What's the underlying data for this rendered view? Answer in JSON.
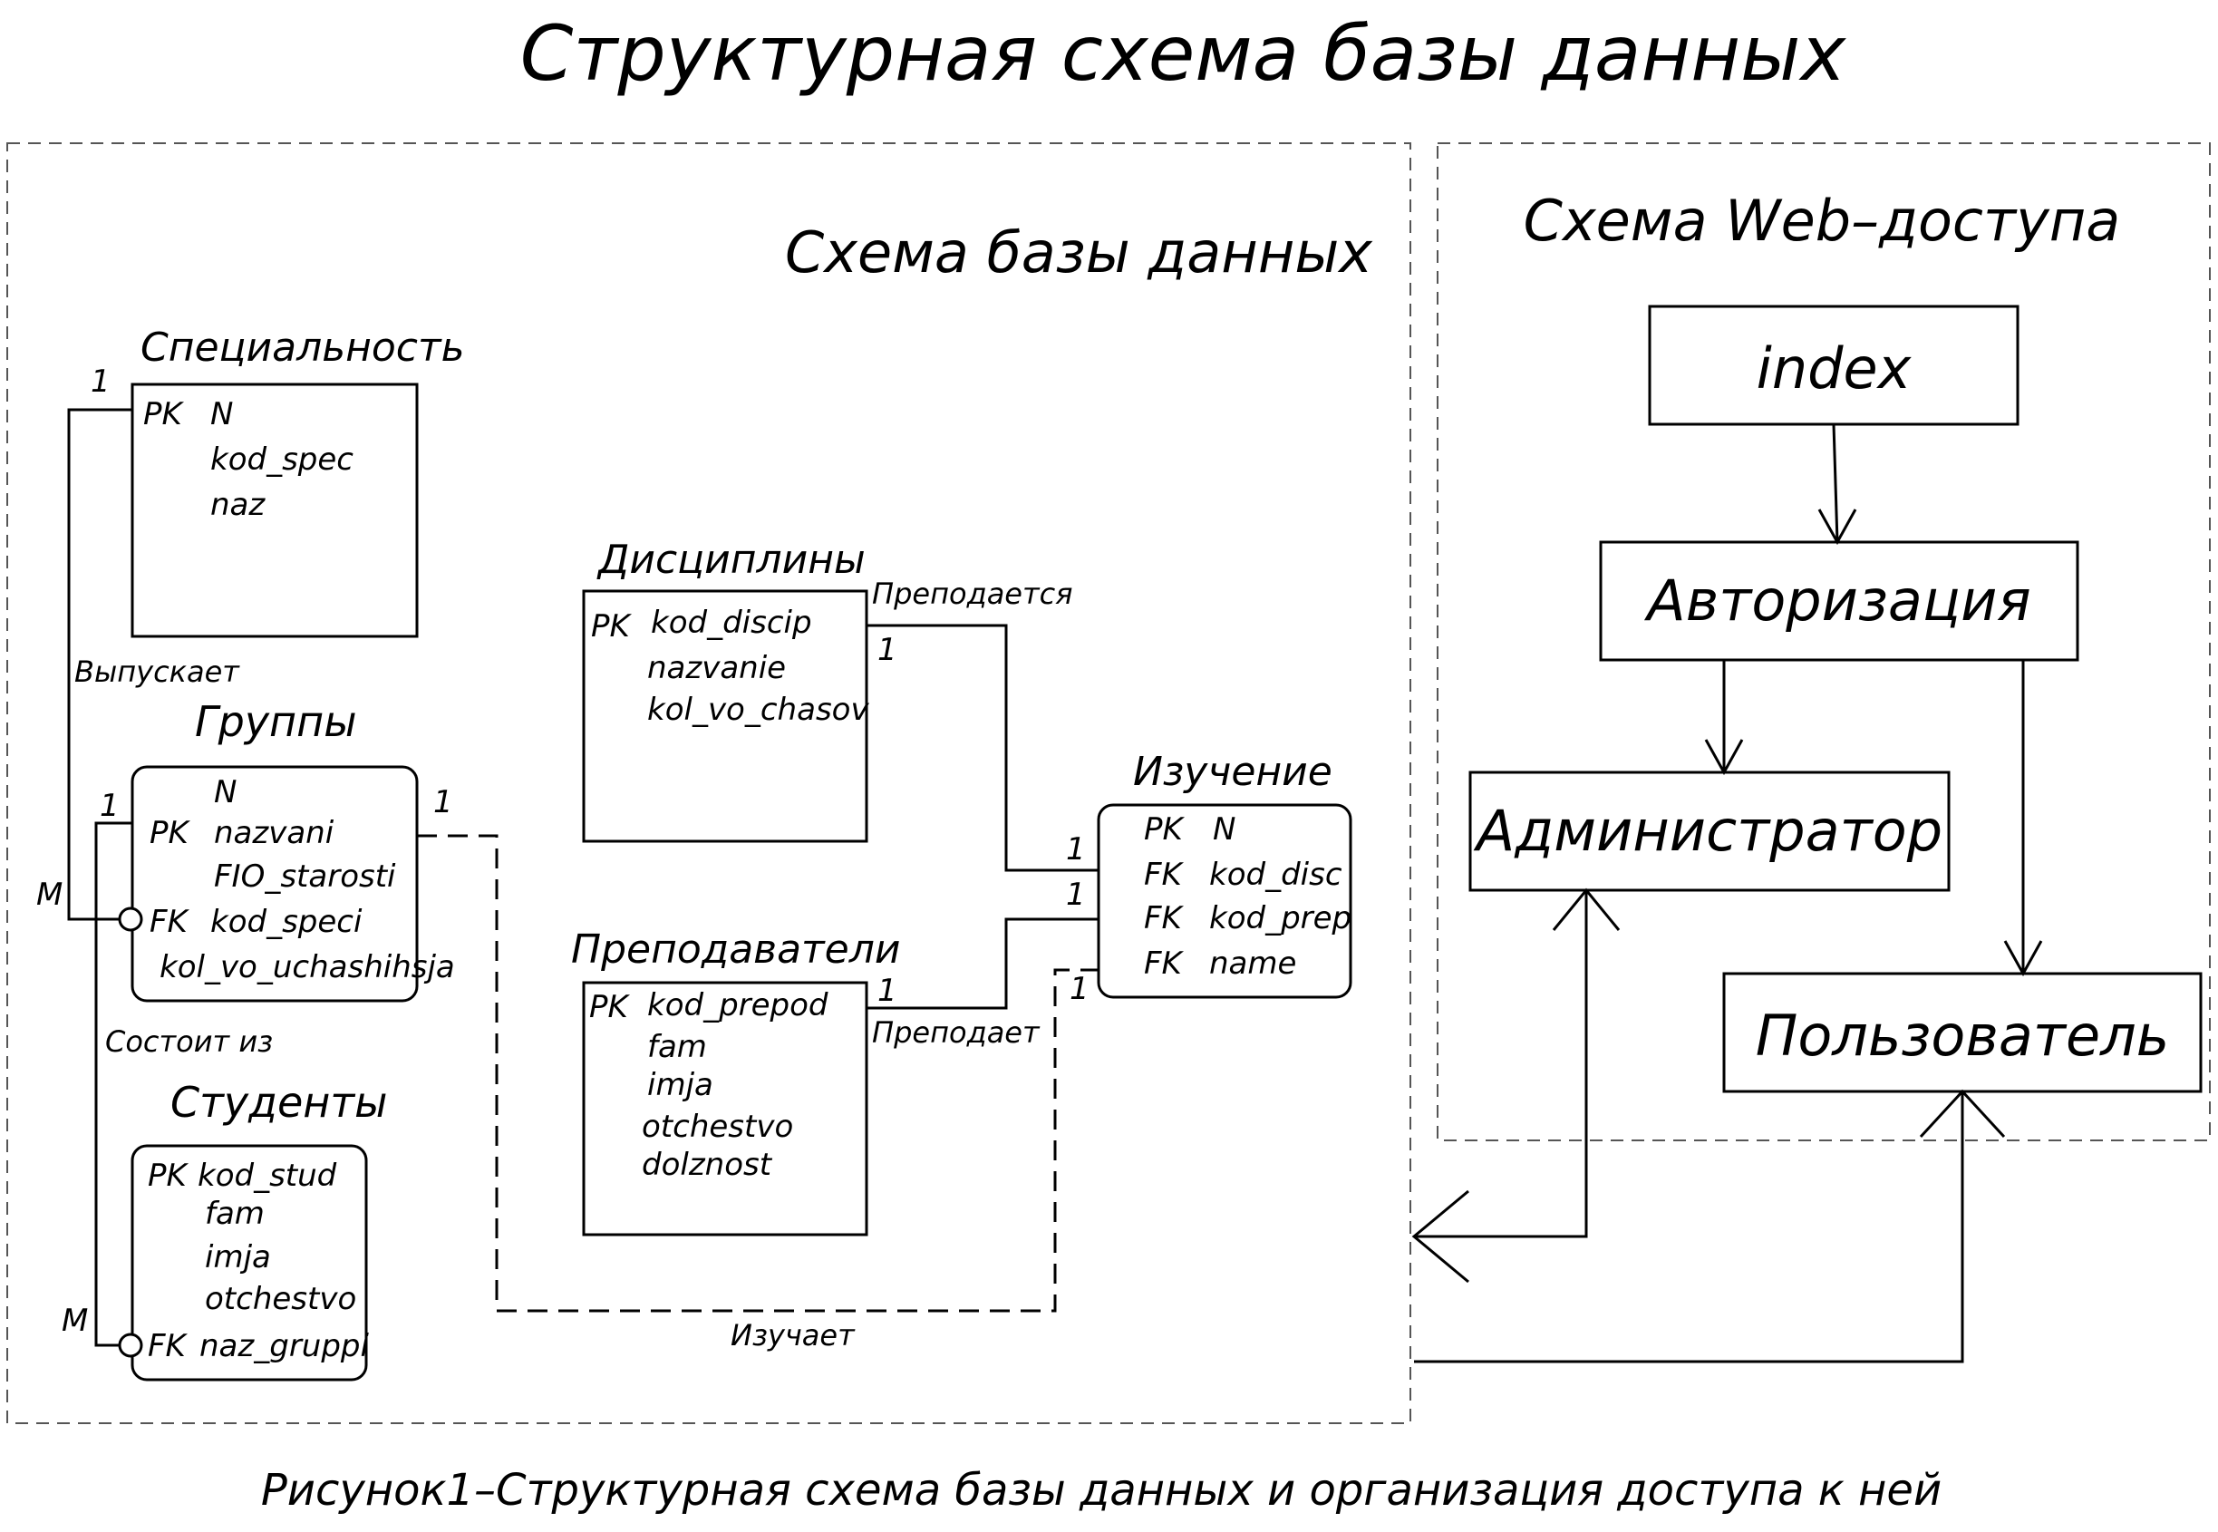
{
  "title": "Структурная схема базы данных",
  "caption": "Рисунок1–Структурная схема базы данных и организация доступа к ней",
  "db_schema_label": "Схема базы данных",
  "web_schema_label": "Схема Web–доступа",
  "entities": {
    "specialnost": {
      "name": "Специальность",
      "rows": [
        {
          "key": "PK",
          "field": "N"
        },
        {
          "key": "",
          "field": "kod_spec"
        },
        {
          "key": "",
          "field": "naz"
        }
      ]
    },
    "gruppy": {
      "name": "Группы",
      "rows": [
        {
          "key": "",
          "field": "N"
        },
        {
          "key": "PK",
          "field": "nazvani"
        },
        {
          "key": "",
          "field": "FIO_starosti"
        },
        {
          "key": "FK",
          "field": "kod_speci"
        },
        {
          "key": "",
          "field": "kol_vo_uchashihsja"
        }
      ]
    },
    "studenty": {
      "name": "Студенты",
      "rows": [
        {
          "key": "PK",
          "field": "kod_stud"
        },
        {
          "key": "",
          "field": "fam"
        },
        {
          "key": "",
          "field": "imja"
        },
        {
          "key": "",
          "field": "otchestvo"
        },
        {
          "key": "FK",
          "field": "naz_gruppi"
        }
      ]
    },
    "discipliny": {
      "name": "Дисциплины",
      "rows": [
        {
          "key": "PK",
          "field": "kod_discip"
        },
        {
          "key": "",
          "field": "nazvanie"
        },
        {
          "key": "",
          "field": "kol_vo_chasov"
        }
      ]
    },
    "prepodavateli": {
      "name": "Преподаватели",
      "rows": [
        {
          "key": "PK",
          "field": "kod_prepod"
        },
        {
          "key": "",
          "field": "fam"
        },
        {
          "key": "",
          "field": "imja"
        },
        {
          "key": "",
          "field": "otchestvo"
        },
        {
          "key": "",
          "field": "dolznost"
        }
      ]
    },
    "izuchenie": {
      "name": "Изучение",
      "rows": [
        {
          "key": "PK",
          "field": "N"
        },
        {
          "key": "FK",
          "field": "kod_disc"
        },
        {
          "key": "FK",
          "field": "kod_prep"
        },
        {
          "key": "FK",
          "field": "name"
        }
      ]
    }
  },
  "relations": {
    "vypuskaet": "Выпускает",
    "sostoit_iz": "Состоит из",
    "prepodaetsya": "Преподается",
    "prepodaet": "Преподает",
    "izuchaet": "Изучает",
    "one": "1",
    "many": "M"
  },
  "web_nodes": {
    "index": "index",
    "avtorizaciya": "Авторизация",
    "administrator": "Администратор",
    "polzovatel": "Пользователь"
  }
}
